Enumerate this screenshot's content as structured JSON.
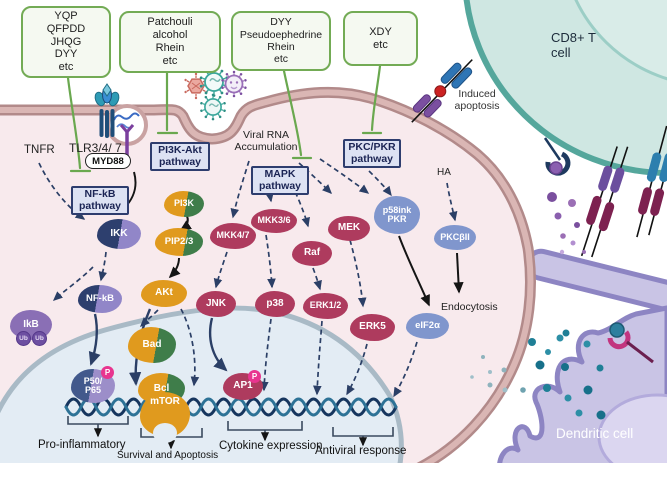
{
  "herb_boxes": [
    {
      "lines": [
        "YQP",
        "QFPDD",
        "JHQG",
        "DYY",
        "etc"
      ]
    },
    {
      "lines": [
        "Patchouli",
        "alcohol",
        "Rhein",
        "etc"
      ]
    },
    {
      "lines": [
        "DYY",
        "Pseudoephedrine",
        "Rhein",
        "etc"
      ]
    },
    {
      "lines": [
        "XDY",
        "etc"
      ]
    }
  ],
  "pathway_boxes": [
    {
      "line1": "NF-kB",
      "line2": "pathway"
    },
    {
      "line1": "PI3K-Akt",
      "line2": "pathway"
    },
    {
      "line1": "MAPK",
      "line2": "pathway"
    },
    {
      "line1": "PKC/PKR",
      "line2": "pathway"
    }
  ],
  "receptors": {
    "tnfr": "TNFR",
    "tlr": "TLR3/4/ 7",
    "myd88": "MYD88"
  },
  "labels": {
    "viral_rna_line1": "Viral RNA",
    "viral_rna_line2": "Accumulation",
    "ha": "HA",
    "induced_apoptosis_line1": "Induced",
    "induced_apoptosis_line2": "apoptosis",
    "cd8_line1": "CD8+ T",
    "cd8_line2": "cell",
    "endocytosis": "Endocytosis",
    "dendritic": "Dendritic cell"
  },
  "proteins": {
    "ikk": "IKK",
    "pi3k": "PI3K",
    "pip23": "PIP2/3",
    "akt": "AKt",
    "nfkb": "NF-kB",
    "ikb": "IkB",
    "ub": "Ub",
    "mkk47": "MKK4/7",
    "mkk36": "MKK3/6",
    "mek": "MEK",
    "raf": "Raf",
    "jnk": "JNK",
    "p38": "p38",
    "erk12": "ERK1/2",
    "erk5": "ERK5",
    "p58_line1": "p58ink",
    "p58_line2": "PKR",
    "pkcb": "PKCβII",
    "eif2a": "eIF2α",
    "bad": "Bad",
    "bcl": "Bcl",
    "mtor": "mTOR",
    "p50_line1": "P50/",
    "p50_line2": "P65",
    "ap1": "AP1",
    "phospho": "P"
  },
  "outcomes": [
    "Pro-inflammatory",
    "Survival and Apoptosis",
    "Cytokine expression",
    "Antiviral response"
  ],
  "colors": {
    "herb_box_border": "#73ab55",
    "pathway_box_border": "#2e3d6e",
    "kinase_crimson": "#ae3b5e",
    "pkr_periwinkle": "#8096cd",
    "akt_orange": "#e09a1e",
    "ikb_purple": "#8a6fb5",
    "ikk_navy": "#2d3f6e",
    "membrane_rose": "#b28a8a",
    "cd8_teal": "#55a79c",
    "dendritic_lavender": "#8d85c3",
    "phospho_pink": "#e8358f"
  }
}
